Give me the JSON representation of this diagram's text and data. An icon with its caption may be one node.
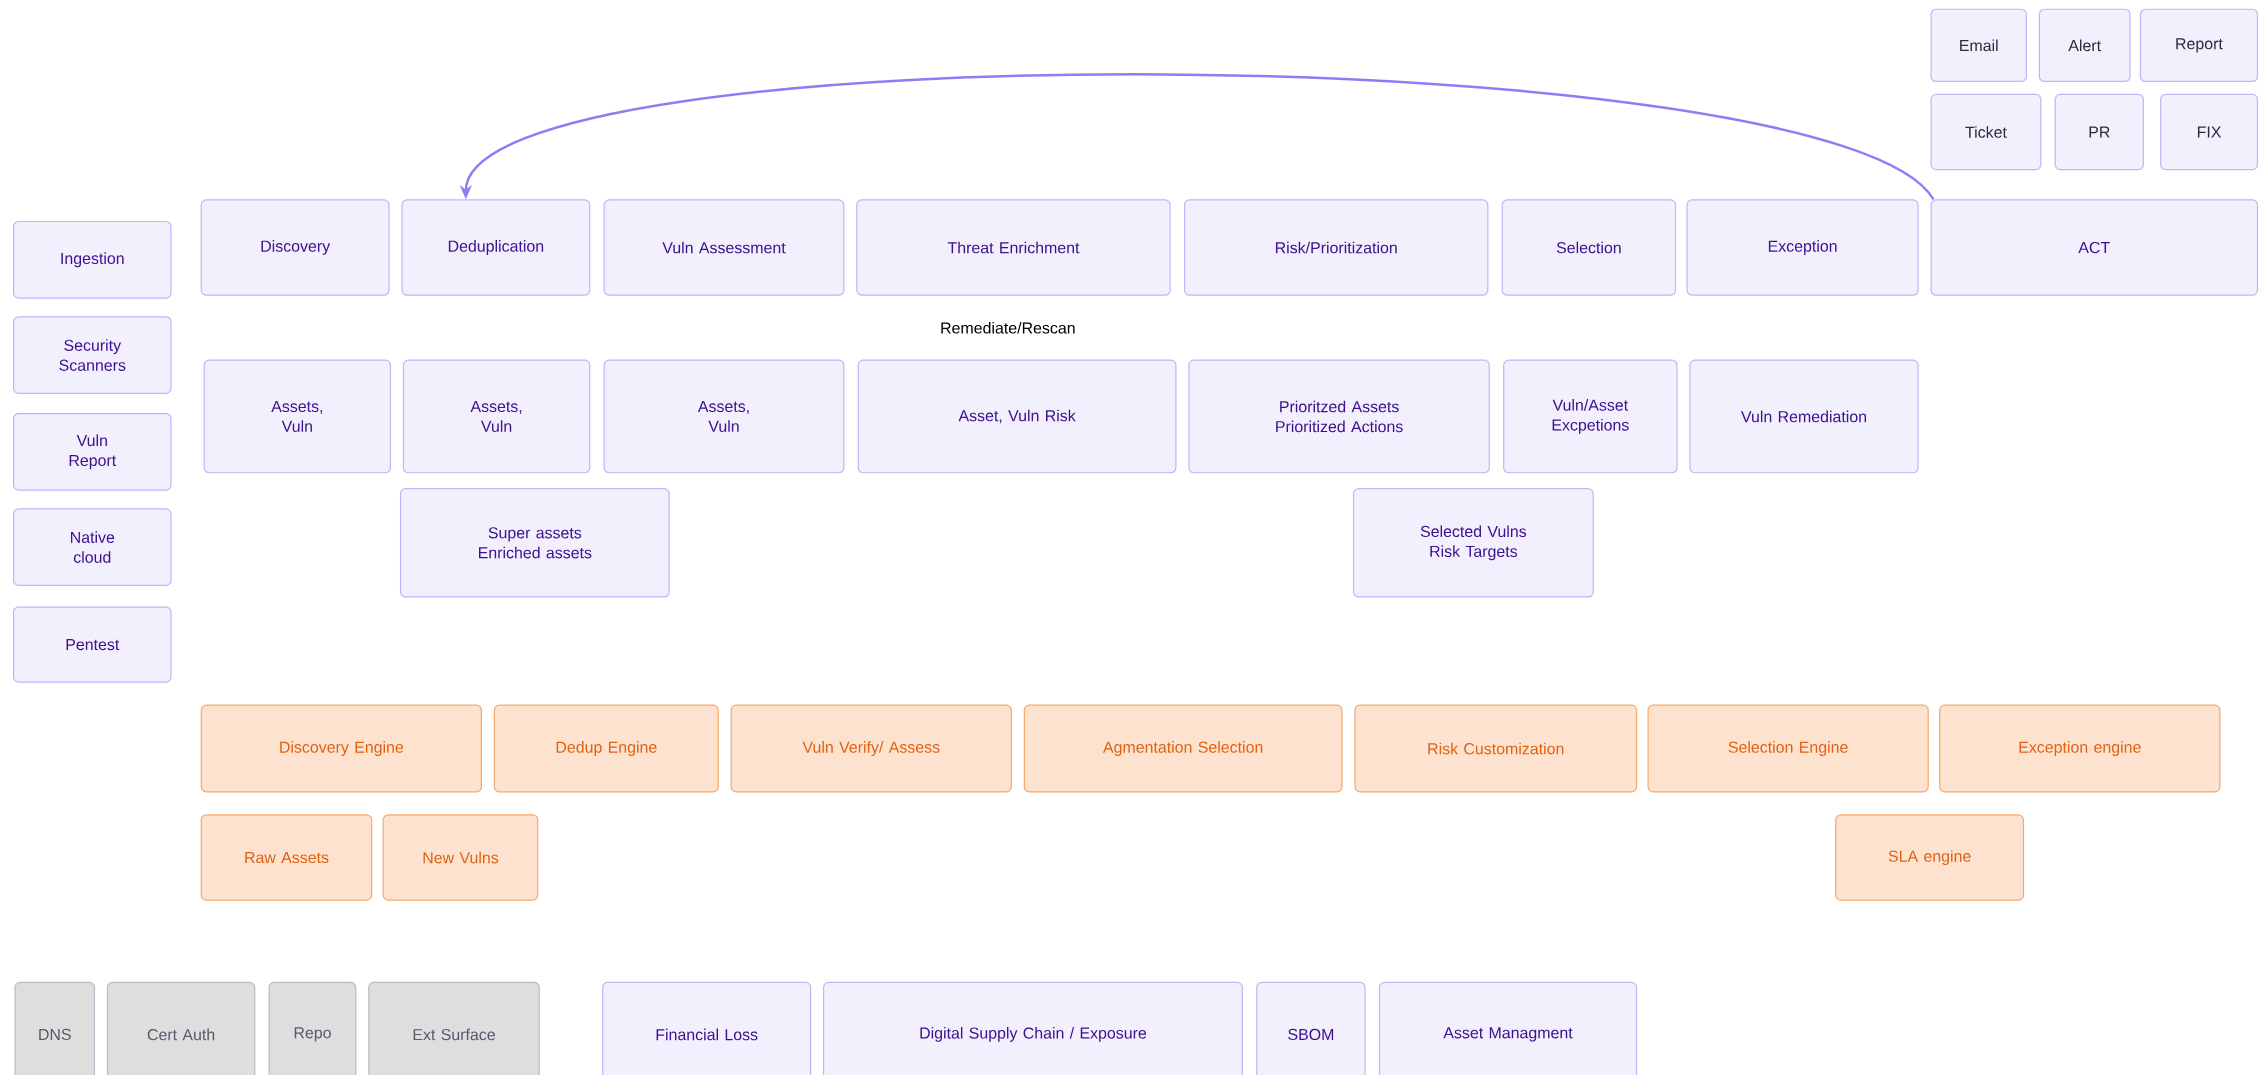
{
  "diagram": {
    "nodes": [
      {
        "text": [
          "Email"
        ]
      },
      {
        "text": [
          "Alert"
        ]
      },
      {
        "text": [
          "Report"
        ]
      },
      {
        "text": [
          "Ticket"
        ]
      },
      {
        "text": [
          "PR"
        ]
      },
      {
        "text": [
          "FIX"
        ]
      },
      {
        "text": [
          "Discovery"
        ]
      },
      {
        "text": [
          "Deduplication"
        ]
      },
      {
        "text": [
          "Vuln Assessment"
        ]
      },
      {
        "text": [
          "Threat Enrichment"
        ]
      },
      {
        "text": [
          "Risk/Prioritization"
        ]
      },
      {
        "text": [
          "Selection"
        ]
      },
      {
        "text": [
          "Exception"
        ]
      },
      {
        "text": [
          "ACT"
        ]
      },
      {
        "text": [
          "Ingestion"
        ]
      },
      {
        "text": [
          "Security Scanners"
        ]
      },
      {
        "text": [
          "Vuln Report"
        ]
      },
      {
        "text": [
          "Native cloud"
        ]
      },
      {
        "text": [
          "Pentest"
        ]
      },
      {
        "text": [
          "Assets, Vuln"
        ]
      },
      {
        "text": [
          "Assets, Vuln"
        ]
      },
      {
        "text": [
          "Assets, Vuln"
        ]
      },
      {
        "text": [
          "Asset, Vuln Risk"
        ]
      },
      {
        "text": [
          "Prioritzed Assets Prioritized Actions"
        ]
      },
      {
        "text": [
          "Vuln/Asset Excpetions"
        ]
      },
      {
        "text": [
          "Vuln Remediation"
        ]
      },
      {
        "text": [
          "Super assets Enriched assets"
        ]
      },
      {
        "text": [
          "Selected Vulns Risk Targets"
        ]
      },
      {
        "text": [
          "Discovery Engine"
        ]
      },
      {
        "text": [
          "Dedup Engine"
        ]
      },
      {
        "text": [
          "Vuln Verify/ Assess"
        ]
      },
      {
        "text": [
          "Agmentation Selection"
        ]
      },
      {
        "text": [
          "Risk Customization"
        ]
      },
      {
        "text": [
          "Selection Engine"
        ]
      },
      {
        "text": [
          "Exception engine"
        ]
      },
      {
        "text": [
          "Raw Assets"
        ]
      },
      {
        "text": [
          "New Vulns"
        ]
      },
      {
        "text": [
          "SLA engine"
        ]
      },
      {
        "text": [
          "DNS"
        ]
      },
      {
        "text": [
          "Cert Auth"
        ]
      },
      {
        "text": [
          "Repo"
        ]
      },
      {
        "text": [
          "Ext Surface"
        ]
      },
      {
        "text": [
          "Financial Loss"
        ]
      },
      {
        "text": [
          "Digital Supply Chain / Exposure"
        ]
      },
      {
        "text": [
          "SBOM"
        ]
      },
      {
        "text": [
          "Asset Managment"
        ]
      }
    ],
    "edges": [
      {
        "from": 13,
        "to": 7,
        "arrow": "to"
      }
    ],
    "labels": [
      "Remediate/Rescan"
    ]
  }
}
